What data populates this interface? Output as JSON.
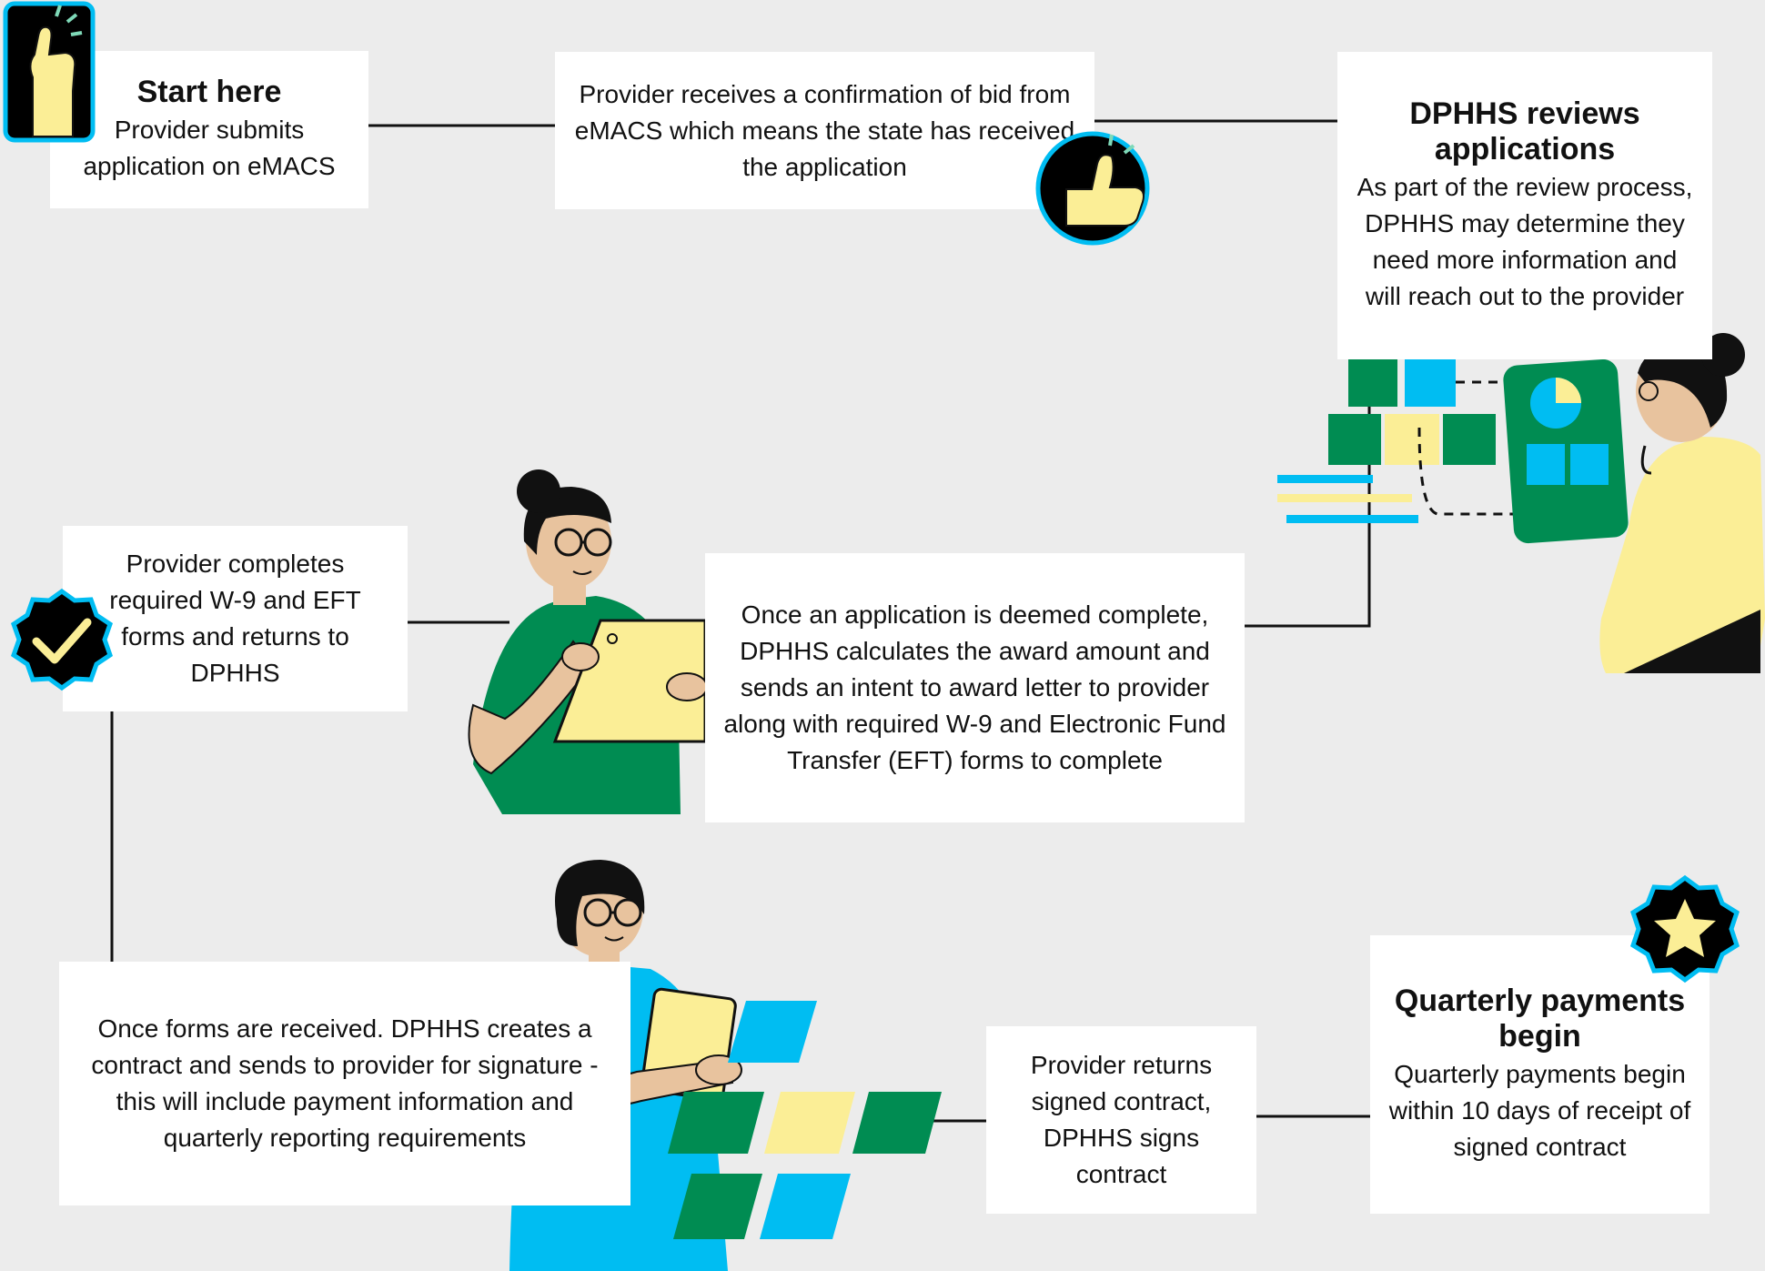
{
  "steps": [
    {
      "title": "Start here",
      "text": "Provider submits application on eMACS"
    },
    {
      "text": "Provider receives a confirmation of bid from eMACS which means the state has received the application"
    },
    {
      "title": "DPHHS reviews applications",
      "text": "As part of the review process, DPHHS may determine they need more information and will reach out to the provider"
    },
    {
      "text": "Once an application is deemed complete, DPHHS calculates the award amount and sends an intent to award letter to provider along with required W-9 and Electronic Fund Transfer (EFT) forms to complete"
    },
    {
      "text": "Provider completes required W-9 and EFT forms and returns to DPHHS"
    },
    {
      "text": "Once forms are received. DPHHS creates a contract and sends to provider for signature - this will include payment information and quarterly reporting requirements"
    },
    {
      "text": "Provider returns signed contract, DPHHS signs contract"
    },
    {
      "title": "Quarterly payments begin",
      "text": "Quarterly payments begin within 10 days of receipt of signed contract"
    }
  ],
  "icons": [
    "pointing-hand-icon",
    "thumbs-up-icon",
    "checkmark-badge-icon",
    "star-badge-icon"
  ],
  "colors": {
    "background": "#ececec",
    "box": "#ffffff",
    "cyan": "#00bdf2",
    "yellow": "#fbee96",
    "green": "#008c52",
    "skin": "#e8c39e",
    "black": "#000000"
  }
}
